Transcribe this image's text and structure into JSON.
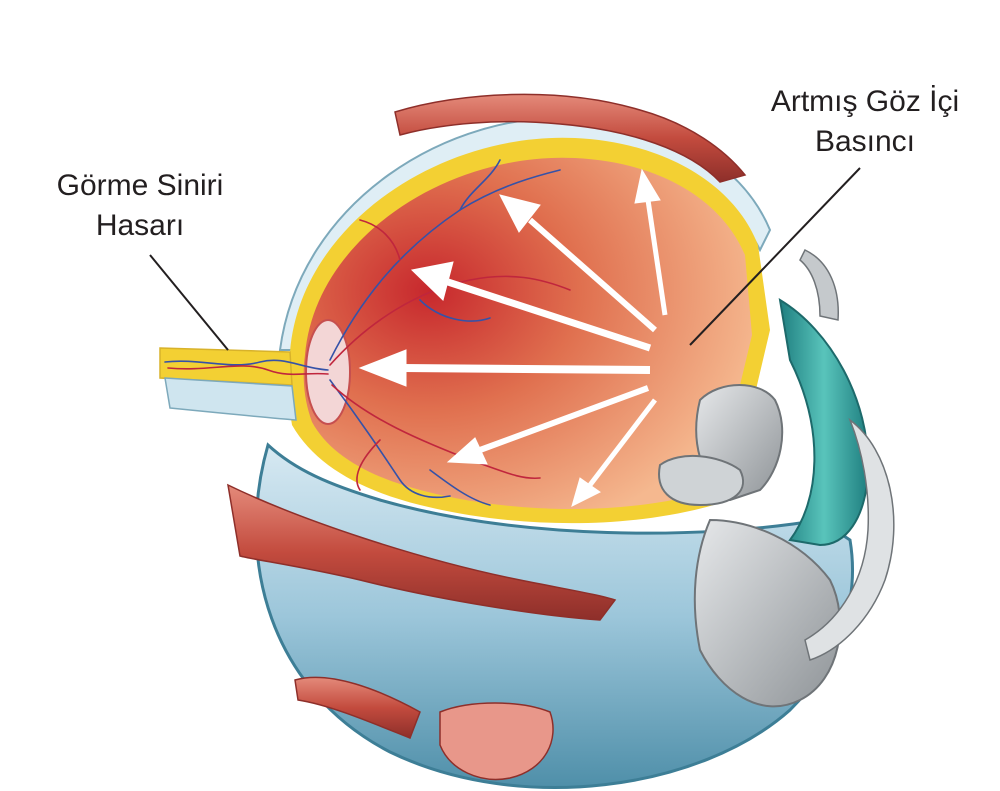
{
  "labels": {
    "optic_nerve_damage": [
      "Görme Siniri",
      "Hasarı"
    ],
    "increased_pressure": [
      "Artmış Göz İçi",
      "Basıncı"
    ]
  },
  "colors": {
    "background": "#ffffff",
    "sclera": "#a9cfe0",
    "sclera_dark": "#4d8fa6",
    "choroid_yellow": "#f2d033",
    "vitreous": "#e07a55",
    "retina_red": "#c9302c",
    "muscle": "#c95a4c",
    "cornea_teal": "#2f9f9a",
    "lens_grey": "#b7bbbf",
    "arrow": "#ffffff",
    "text": "#231f20"
  }
}
